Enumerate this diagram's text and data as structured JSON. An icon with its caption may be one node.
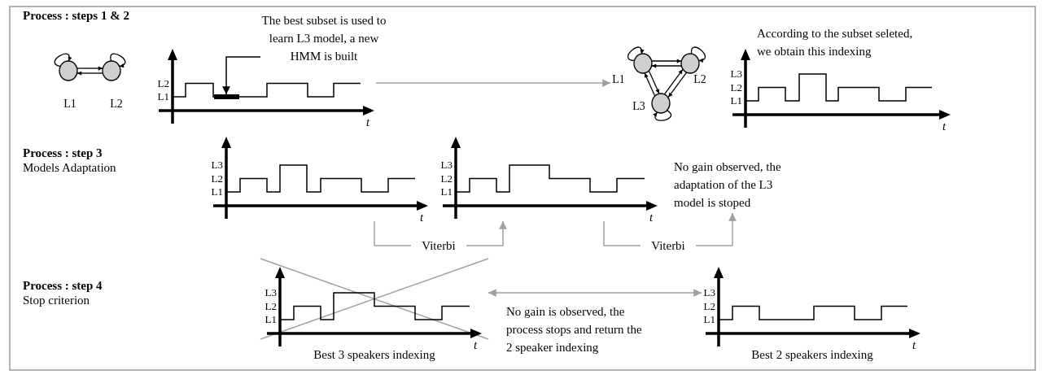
{
  "diagram": {
    "nodes": [
      {
        "text": [],
        "shape": "circle",
        "beside": [
          "L1"
        ]
      },
      {
        "text": [],
        "shape": "circle",
        "beside": [
          "L2"
        ]
      },
      {
        "text": [
          "The best subset is used to learn L3 model, a new HMM is built"
        ]
      },
      {
        "text": [],
        "shape": "chart"
      },
      {
        "text": [],
        "shape": "bar",
        "in": 3
      },
      {
        "text": [],
        "shape": "circle",
        "beside": [
          "L1"
        ]
      },
      {
        "text": [],
        "shape": "circle",
        "beside": [
          "L2"
        ]
      },
      {
        "text": [],
        "shape": "circle",
        "beside": [
          "L3"
        ]
      },
      {
        "text": [
          "According to the subset seleted, we obtain this indexing"
        ]
      },
      {
        "text": [],
        "shape": "chart"
      },
      {
        "text": [],
        "shape": "chart"
      },
      {
        "text": [],
        "shape": "chart"
      },
      {
        "text": [
          "No gain observed, the adaptation of the L3 model is stoped"
        ]
      },
      {
        "text": [],
        "shape": "chart",
        "beside": [
          "Best 3 speakers indexing"
        ]
      },
      {
        "text": [
          "No gain is observed, the process stops and return the 2 speaker indexing"
        ]
      },
      {
        "text": [],
        "shape": "chart",
        "beside": [
          "Best 2 speakers indexing"
        ]
      }
    ],
    "edges": [
      {
        "from": 0,
        "to": 1,
        "arrow": "to"
      },
      {
        "from": 1,
        "to": 0,
        "arrow": "to"
      },
      {
        "from": 0,
        "to": 0,
        "arrow": "to"
      },
      {
        "from": 1,
        "to": 1,
        "arrow": "to"
      },
      {
        "from": 2,
        "to": 4,
        "arrow": "to"
      },
      {
        "from": 3,
        "to": 5,
        "arrow": "to",
        "color": "#a0a0a0"
      },
      {
        "from": 5,
        "to": 6,
        "arrow": "to"
      },
      {
        "from": 6,
        "to": 5,
        "arrow": "to"
      },
      {
        "from": 5,
        "to": 7,
        "arrow": "to"
      },
      {
        "from": 7,
        "to": 5,
        "arrow": "to"
      },
      {
        "from": 6,
        "to": 7,
        "arrow": "to"
      },
      {
        "from": 7,
        "to": 6,
        "arrow": "to"
      },
      {
        "from": 5,
        "to": 5,
        "arrow": "to"
      },
      {
        "from": 6,
        "to": 6,
        "arrow": "to"
      },
      {
        "from": 7,
        "to": 7,
        "arrow": "to"
      },
      {
        "from": 10,
        "to": 11,
        "arrow": "to",
        "label": "Viterbi",
        "color": "#a0a0a0"
      },
      {
        "from": 11,
        "to": 12,
        "arrow": "to",
        "label": "Viterbi",
        "color": "#a0a0a0"
      },
      {
        "from": 13,
        "to": 15,
        "arrow": "both",
        "color": "#a0a0a0"
      }
    ],
    "labels": [
      "Process : steps 1 & 2",
      "L2",
      "L1",
      "t",
      "L3",
      "L2",
      "L1",
      "t",
      "Process : step 3",
      "Models Adaptation",
      "L3",
      "L2",
      "L1",
      "t",
      "L3",
      "L2",
      "L1",
      "t",
      "Process : step 4",
      "Stop criterion",
      "L3",
      "L2",
      "L1",
      "t",
      "L3",
      "L2",
      "L1",
      "t"
    ]
  }
}
